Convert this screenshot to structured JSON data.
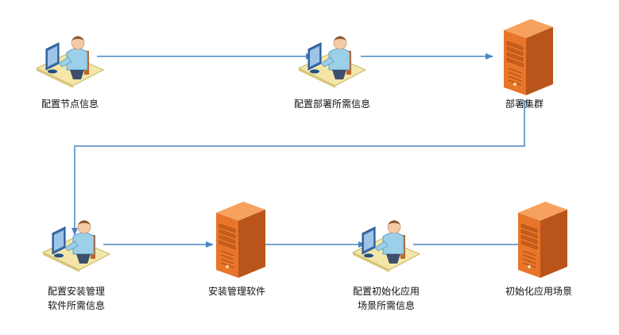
{
  "nodes": [
    {
      "id": "n1",
      "type": "person",
      "label_lines": [
        "配置节点信息"
      ]
    },
    {
      "id": "n2",
      "type": "person",
      "label_lines": [
        "配置部署所需信息"
      ]
    },
    {
      "id": "n3",
      "type": "server",
      "label_lines": [
        "部署集群"
      ]
    },
    {
      "id": "n4",
      "type": "person",
      "label_lines": [
        "配置安装管理",
        "软件所需信息"
      ]
    },
    {
      "id": "n5",
      "type": "server",
      "label_lines": [
        "安装管理软件"
      ]
    },
    {
      "id": "n6",
      "type": "person",
      "label_lines": [
        "配置初始化应用",
        "场景所需信息"
      ]
    },
    {
      "id": "n7",
      "type": "server",
      "label_lines": [
        "初始化应用场景"
      ]
    }
  ],
  "edges": [
    {
      "from": "n1",
      "to": "n2"
    },
    {
      "from": "n2",
      "to": "n3"
    },
    {
      "from": "n3",
      "to": "n4"
    },
    {
      "from": "n4",
      "to": "n5"
    },
    {
      "from": "n5",
      "to": "n6"
    },
    {
      "from": "n6",
      "to": "n7"
    }
  ],
  "colors": {
    "arrow": "#4a86c5",
    "server_front": "#e8752a",
    "server_side": "#b9541a",
    "server_top": "#f6a25e",
    "person_shirt": "#9ccfe8",
    "person_desk": "#f3e6a8",
    "monitor": "#3a6fb0"
  },
  "icons": {
    "person": "user-at-computer-icon",
    "server": "server-tower-icon"
  }
}
